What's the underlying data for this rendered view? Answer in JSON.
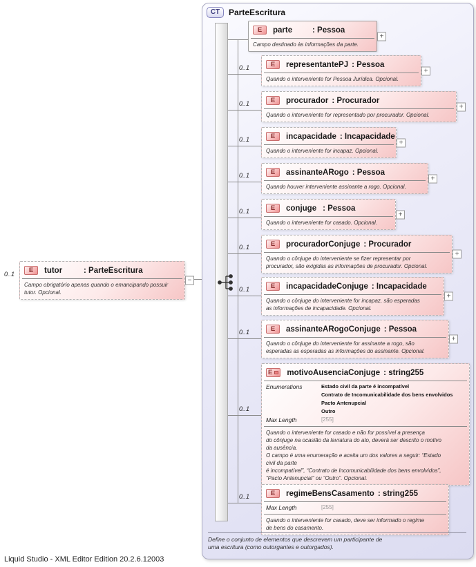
{
  "window": {
    "footer": "Liquid Studio - XML Editor Edition 20.2.6.12003"
  },
  "icons": {
    "expand": "+",
    "collapse": "−"
  },
  "tutor": {
    "cardinality": "0..1",
    "badge": "E",
    "name": "tutor",
    "type_label": ": ParteEscritura",
    "annotation": "Campo obrigatório apenas quando o emancipando possuir tutor. Opcional."
  },
  "complex_type": {
    "badge": "CT",
    "name": "ParteEscritura",
    "annotation": "Define o conjunto de elementos que descrevem um participante de\numa escritura (como outorgantes e outorgados).",
    "elements": [
      {
        "badge": "E",
        "name": "parte",
        "type_label": ": Pessoa",
        "optional": false,
        "annotation": "Campo destinado às informações da parte."
      },
      {
        "cardinality": "0..1",
        "badge": "E",
        "name": "representantePJ",
        "type_label": ": Pessoa",
        "optional": true,
        "annotation": "Quando o interveniente for Pessoa Jurídica. Opcional."
      },
      {
        "cardinality": "0..1",
        "badge": "E",
        "name": "procurador",
        "type_label": ": Procurador",
        "optional": true,
        "annotation": "Quando o interveniente for representado por procurador. Opcional."
      },
      {
        "cardinality": "0..1",
        "badge": "E",
        "name": "incapacidade",
        "type_label": ": Incapacidade",
        "optional": true,
        "annotation": "Quando o interveniente for incapaz. Opcional."
      },
      {
        "cardinality": "0..1",
        "badge": "E",
        "name": "assinanteARogo",
        "type_label": ": Pessoa",
        "optional": true,
        "annotation": "Quando houver interveniente assinante a rogo. Opcional."
      },
      {
        "cardinality": "0..1",
        "badge": "E",
        "name": "conjuge",
        "type_label": ": Pessoa",
        "optional": true,
        "annotation": "Quando o interveniente for casado. Opcional."
      },
      {
        "cardinality": "0..1",
        "badge": "E",
        "name": "procuradorConjuge",
        "type_label": ": Procurador",
        "optional": true,
        "annotation": "Quando o cônjuge do interveniente se fizer representar por\nprocurador, são exigidas as informações de procurador. Opcional."
      },
      {
        "cardinality": "0..1",
        "badge": "E",
        "name": "incapacidadeConjuge",
        "type_label": ": Incapacidade",
        "optional": true,
        "annotation": "Quando o cônjuge do interveniente for incapaz, são esperadas\nas informações de incapacidade. Opcional."
      },
      {
        "cardinality": "0..1",
        "badge": "E",
        "name": "assinanteARogoConjuge",
        "type_label": ": Pessoa",
        "optional": true,
        "annotation": "Quando o cônjuge do interveniente for assinante a rogo, são\nesperadas as esperadas as informações do assinante. Opcional."
      },
      {
        "cardinality": "0..1",
        "badge": "E",
        "name": "motivoAusenciaConjuge",
        "type_label": ": string255",
        "optional": true,
        "facets": {
          "enumerations_label": "Enumerations",
          "enumerations": [
            "Estado civil da parte é incompatível",
            "Contrato de Incomunicabilidade dos bens envolvidos",
            "Pacto Antenupcial",
            "Outro"
          ],
          "max_length_label": "Max Length",
          "max_length": "[255]"
        },
        "annotation": "Quando o interveniente for casado e não for possível a presença\ndo cônjuge na ocasião da lavratura do ato, deverá ser descrito o motivo\nda ausência.\nO campo é uma enumeração e aceita um dos valores a seguir: “Estado\ncivil da parte\né incompatível”, “Contrato de Incomunicabilidade dos bens envolvidos”,\n“Pacto Antenupcial” ou “Outro”. Opcional."
      },
      {
        "cardinality": "0..1",
        "badge": "E",
        "name": "regimeBensCasamento",
        "type_label": ": string255",
        "optional": true,
        "facets": {
          "max_length_label": "Max Length",
          "max_length": "[255]"
        },
        "annotation": "Quando o interveniente for casado, deve ser informado o regime\nde bens do casamento."
      }
    ]
  }
}
